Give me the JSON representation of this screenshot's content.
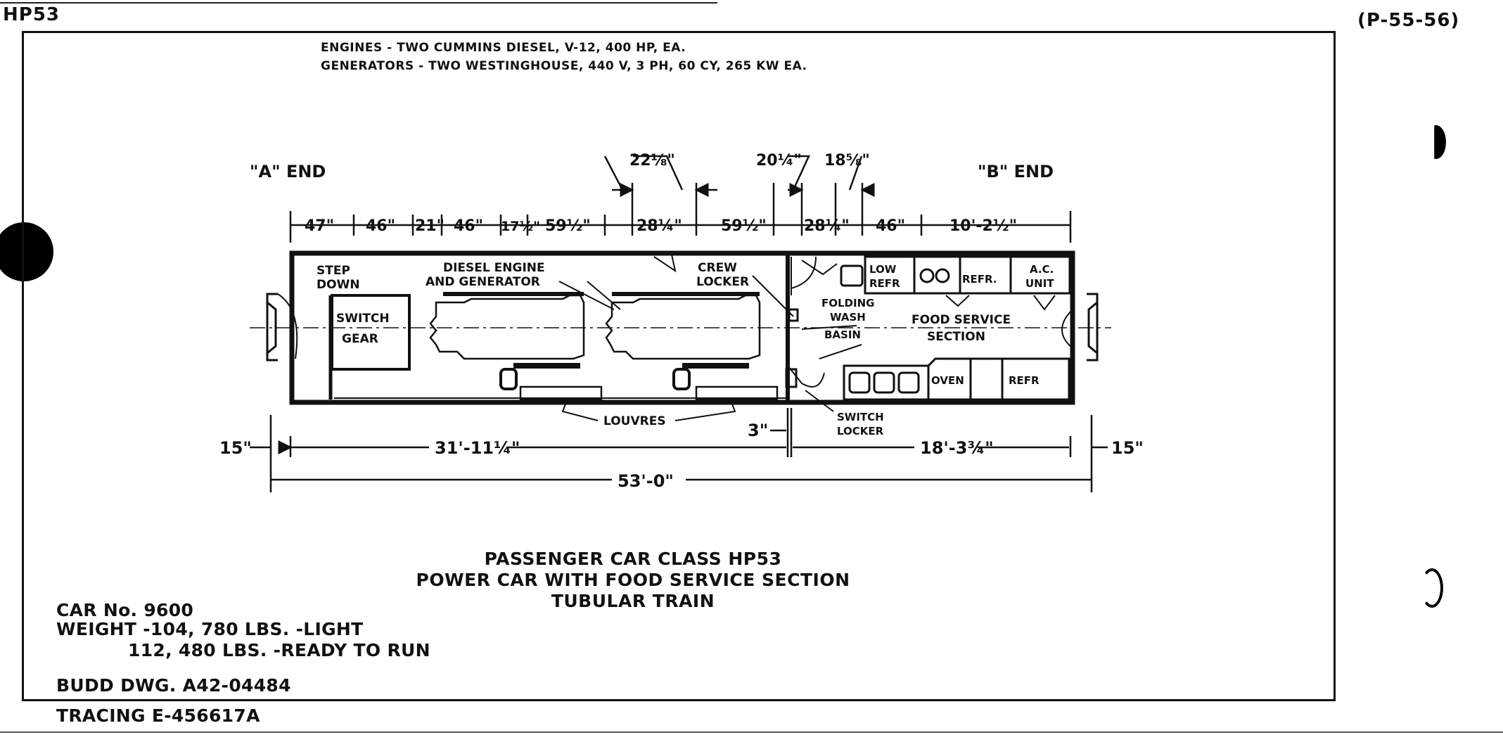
{
  "sheet": {
    "code": "HP53",
    "page_ref": "(P-55-56)"
  },
  "notes": {
    "engines": "ENGINES -  TWO CUMMINS DIESEL, V-12, 400 HP, EA.",
    "generators": "GENERATORS - TWO WESTINGHOUSE,  440 V,  3 PH,  60 CY,  265 KW EA."
  },
  "ends": {
    "a_end": "\"A\" END",
    "b_end": "\"B\" END"
  },
  "top_dims": {
    "d47": "47\"",
    "d46a": "46\"",
    "d21": "21\"",
    "d46b": "46\"",
    "d17": "17½\"",
    "d59a": "59½\"",
    "d28a": "28¼\"",
    "d59b": "59½\"",
    "d28b": "28¼\"",
    "d46c": "46\"",
    "d10": "10'-2½\"",
    "d22": "22⅛\"",
    "d20": "20¼\"",
    "d18": "18⅝\""
  },
  "labels": {
    "step_down_1": "STEP",
    "step_down_2": "DOWN",
    "switch_gear_1": "SWITCH",
    "switch_gear_2": "GEAR",
    "diesel_1": "DIESEL ENGINE",
    "diesel_2": "AND GENERATOR",
    "crew_1": "CREW",
    "crew_2": "LOCKER",
    "folding_1": "FOLDING",
    "folding_2": "WASH",
    "folding_3": "BASIN",
    "food_1": "FOOD SERVICE",
    "food_2": "SECTION",
    "low_1": "LOW",
    "low_2": "REFR",
    "refr": "REFR.",
    "ac_1": "A.C.",
    "ac_2": "UNIT",
    "oven": "OVEN",
    "refr2": "REFR",
    "louvres": "LOUVRES",
    "switch_locker_1": "SWITCH",
    "switch_locker_2": "LOCKER"
  },
  "bottom_dims": {
    "d15_left": "15\"",
    "d31": "31'-11¼\"",
    "d3": "3\"",
    "d18": "18'-3¾\"",
    "d15_right": "15\"",
    "d53": "53'-0\""
  },
  "title": {
    "line1": "PASSENGER CAR CLASS HP53",
    "line2": "POWER CAR WITH FOOD SERVICE SECTION",
    "line3": "TUBULAR TRAIN"
  },
  "car_info": {
    "car_no": "CAR No. 9600",
    "weight_light": "WEIGHT -104, 780 LBS. -LIGHT",
    "weight_run": "112, 480 LBS. -READY TO RUN",
    "budd_dwg": "BUDD DWG.  A42-04484"
  },
  "tracing": "TRACING  E-456617A"
}
